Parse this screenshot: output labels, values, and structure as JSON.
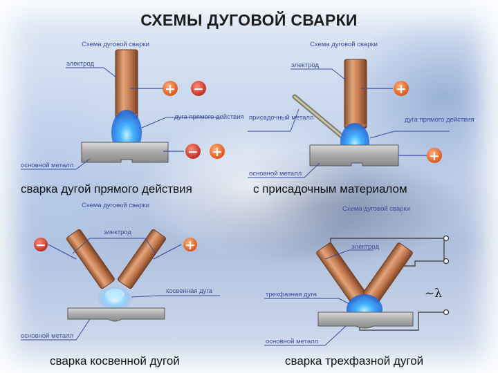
{
  "title": "СХЕМЫ ДУГОВОЙ СВАРКИ",
  "colors": {
    "electrode": "#c47a4f",
    "arc": "#2f8cf0",
    "plus_circle": "#e8651f",
    "minus_circle": "#c0392b",
    "label_text": "#3a4c9c"
  },
  "panels": [
    {
      "caption": "сварка дугой прямого действия",
      "header": "Схема дуговой сварки",
      "labels": {
        "electrode": "электрод",
        "arc": "дуга прямого действия",
        "base": "основной металл"
      },
      "polarity": {
        "electrode_a": "+",
        "electrode_b": "−",
        "base_a": "−",
        "base_b": "+"
      }
    },
    {
      "caption": "с присадочным материалом",
      "header": "Схема дуговой сварки",
      "labels": {
        "electrode": "электрод",
        "filler": "присадочный металл",
        "arc": "дуга прямого действия",
        "base": "основной металл"
      },
      "polarity": {
        "electrode": "+",
        "base": "+"
      }
    },
    {
      "caption": "сварка косвенной дугой",
      "header": "Схема дуговой сварки",
      "labels": {
        "electrode": "электрод",
        "arc": "косвенная дуга",
        "base": "основной металл"
      },
      "polarity": {
        "left": "−",
        "right": "+"
      }
    },
    {
      "caption": "сварка трехфазной дугой",
      "header": "Схема дуговой сварки",
      "labels": {
        "electrode": "электрод",
        "arc": "трехфазная дуга",
        "base": "основной металл"
      },
      "supply": "~λ"
    }
  ]
}
